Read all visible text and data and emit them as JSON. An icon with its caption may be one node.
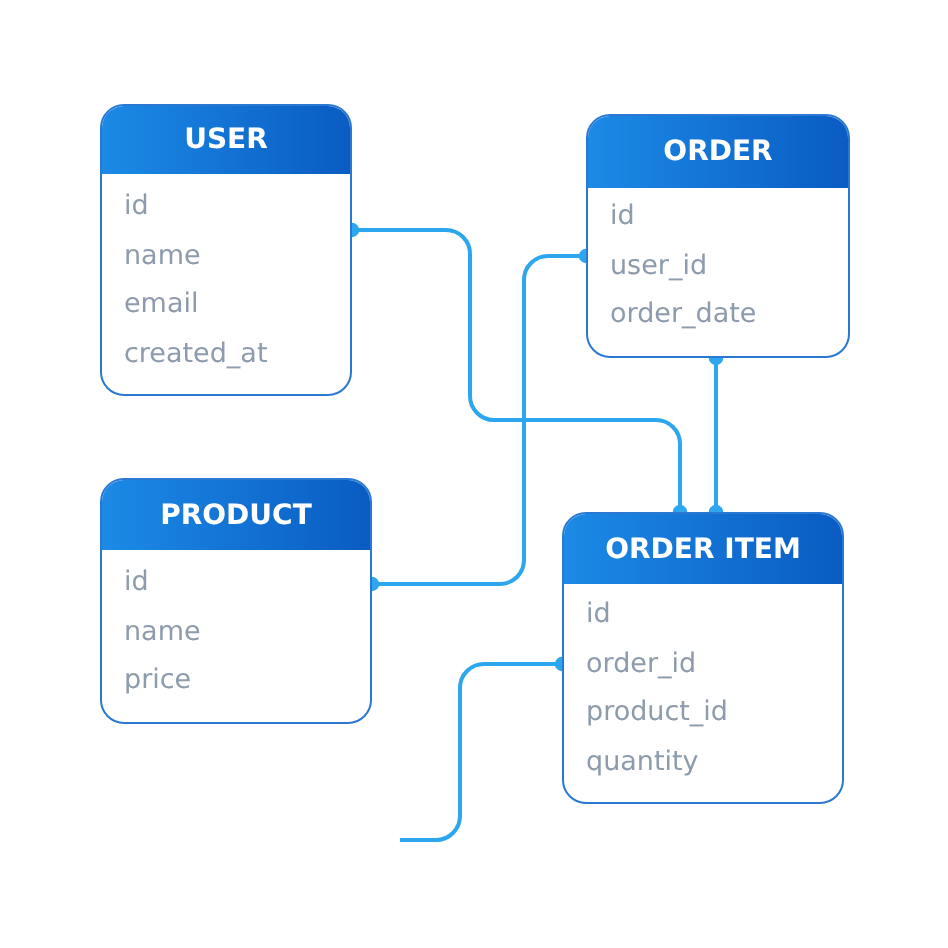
{
  "diagram": {
    "nodes": [
      {
        "text": [
          "USER",
          "id",
          "name",
          "email",
          "created_at"
        ]
      },
      {
        "text": [
          "ORDER",
          "id",
          "user_id",
          "order_date"
        ]
      },
      {
        "text": [
          "PRODUCT",
          "id",
          "name",
          "price"
        ]
      },
      {
        "text": [
          "ORDER ITEM",
          "id",
          "order_id",
          "product_id",
          "quantity"
        ]
      }
    ],
    "edges": [
      {
        "from": 0,
        "to": 3,
        "arrow": "other"
      },
      {
        "from": 1,
        "to": 2,
        "arrow": "other"
      },
      {
        "from": 1,
        "to": 3,
        "arrow": "other"
      },
      {
        "from": 3,
        "to": null,
        "arrow": "other"
      }
    ]
  }
}
